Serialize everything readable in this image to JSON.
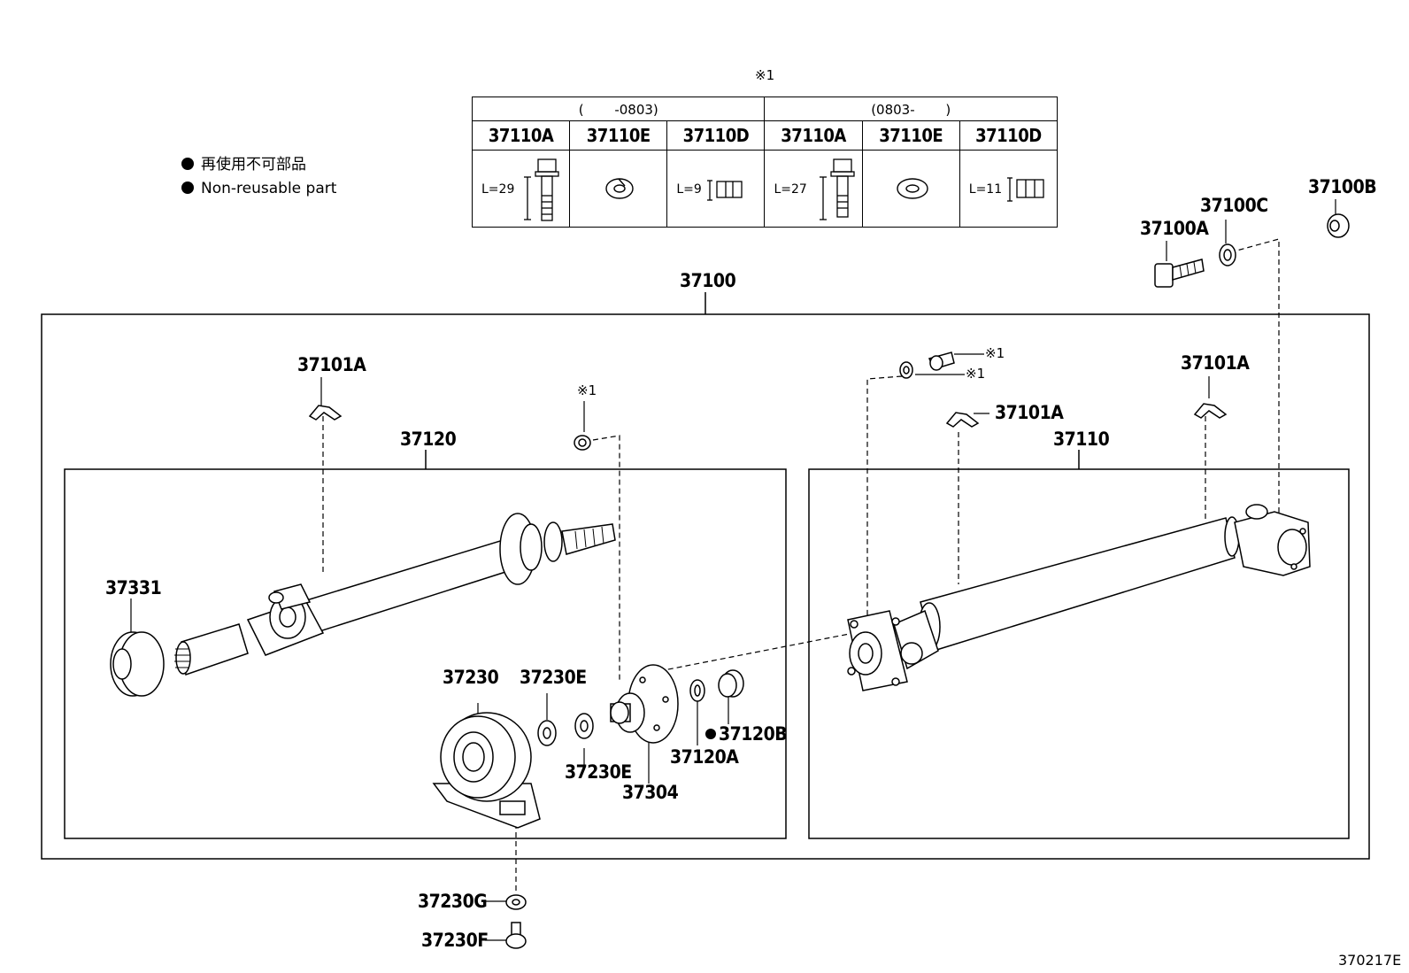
{
  "legend": {
    "japanese": "再使用不可部品",
    "english": "Non-reusable part"
  },
  "table": {
    "note_mark": "※1",
    "periods": [
      "(　　 -0803)",
      "(0803-　　 )"
    ],
    "columns": [
      {
        "code": "37110A",
        "length": "L=29"
      },
      {
        "code": "37110E",
        "length": ""
      },
      {
        "code": "37110D",
        "length": "L=9"
      },
      {
        "code": "37110A",
        "length": "L=27"
      },
      {
        "code": "37110E",
        "length": ""
      },
      {
        "code": "37110D",
        "length": "L=11"
      }
    ]
  },
  "labels": {
    "assembly": "37100",
    "rear_shaft": "37120",
    "front_shaft": "37110",
    "clip_left": "37101A",
    "clip_mid": "37101A",
    "clip_right": "37101A",
    "bolt_37100A": "37100A",
    "washer_37100C": "37100C",
    "nut_37100B": "37100B",
    "seal_37331": "37331",
    "bearing_37230": "37230",
    "washer_37230E_top": "37230E",
    "washer_37230E_bottom": "37230E",
    "flange_37304": "37304",
    "washer_37120A": "37120A",
    "nut_37120B": "37120B",
    "nut_37230G": "37230G",
    "bolt_37230F": "37230F",
    "note_nut_left": "※1",
    "note_bolt_right": "※1",
    "note_washer_right": "※1"
  },
  "footer": {
    "diagram_id": "370217E"
  }
}
